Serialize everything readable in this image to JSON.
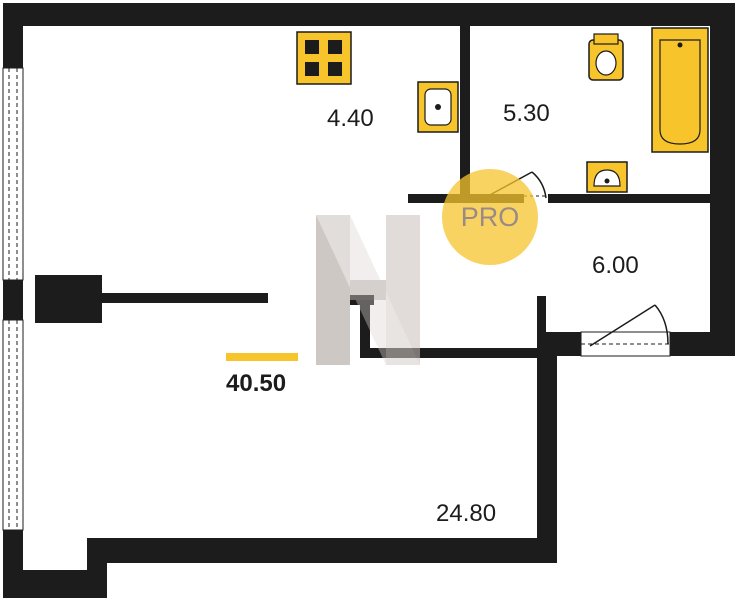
{
  "floor_plan": {
    "total_area": "40.50",
    "rooms": [
      {
        "id": "kitchen",
        "area": "4.40"
      },
      {
        "id": "bathroom",
        "area": "5.30"
      },
      {
        "id": "hallway",
        "area": "6.00"
      },
      {
        "id": "living",
        "area": "24.80"
      }
    ],
    "badge": "PRO",
    "colors": {
      "wall": "#1c1c1c",
      "fixture": "#f7c42c",
      "badge": "#f7c42c",
      "watermark": "#a79c96"
    },
    "icons": [
      "stove-icon",
      "sink-icon",
      "toilet-icon",
      "bathtub-icon",
      "washbasin-icon",
      "door-icon",
      "window-icon",
      "watermark-logo-icon"
    ]
  }
}
